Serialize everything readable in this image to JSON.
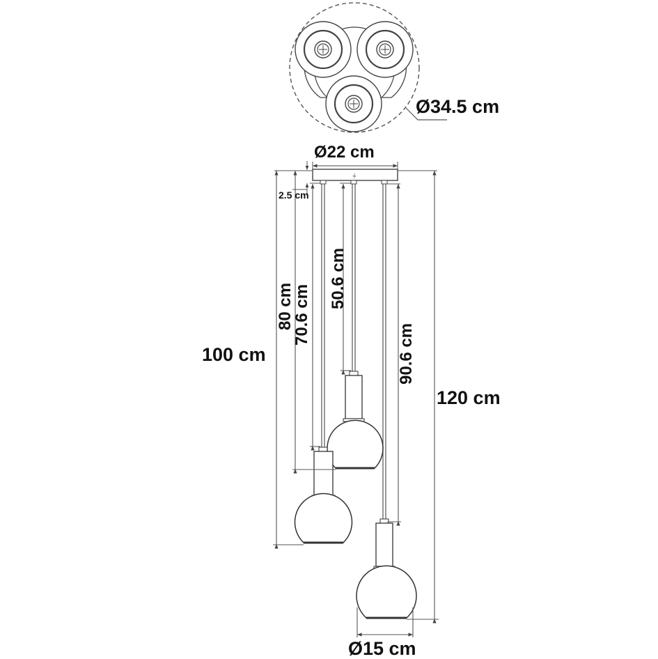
{
  "diagram": {
    "title": "Pendant lamp dimension drawing",
    "colors": {
      "line": "#555555",
      "outline": "#333333",
      "text": "#111111",
      "background": "#ffffff"
    },
    "labels": {
      "canopy_top_view_diameter": "Ø34.5 cm",
      "canopy_diameter": "Ø22 cm",
      "canopy_height": "2.5 cm",
      "total_height_left": "100 cm",
      "cable_left_outer": "80 cm",
      "cable_left_inner": "70.6 cm",
      "cable_middle": "50.6 cm",
      "cable_right": "90.6 cm",
      "total_height_right": "120 cm",
      "shade_diameter": "Ø15 cm"
    },
    "components": {
      "top_view": "canopy-top-view-three-sockets",
      "canopy": "ceiling-canopy",
      "pendants": [
        "pendant-left",
        "pendant-middle",
        "pendant-right"
      ]
    }
  }
}
